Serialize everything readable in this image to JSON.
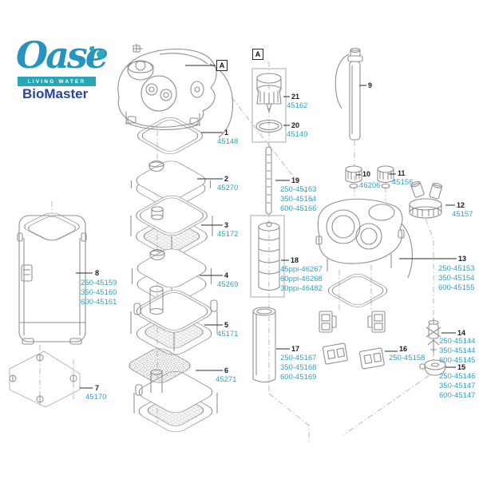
{
  "brand": {
    "logo_text": "Oase",
    "tagline": "LIVING WATER",
    "product": "BioMaster"
  },
  "assembly_label": "A",
  "colors": {
    "part_number_teal": "#2fa3c7",
    "callout_black": "#1a1a1a",
    "line_art_gray": "#8f8f8f",
    "logo_script_blue": "#2793c0",
    "tagline_bar_teal": "#2aa7b5",
    "product_navy": "#28479c"
  },
  "parts": [
    {
      "callout": "1",
      "numbers": [
        "45148"
      ]
    },
    {
      "callout": "2",
      "numbers": [
        "45270"
      ]
    },
    {
      "callout": "3",
      "numbers": [
        "45172"
      ]
    },
    {
      "callout": "4",
      "numbers": [
        "45269"
      ]
    },
    {
      "callout": "5",
      "numbers": [
        "45171"
      ]
    },
    {
      "callout": "6",
      "numbers": [
        "45271"
      ]
    },
    {
      "callout": "7",
      "numbers": [
        "45170"
      ]
    },
    {
      "callout": "8",
      "numbers": [
        "250-45159",
        "350-45160",
        "600-45161"
      ]
    },
    {
      "callout": "9",
      "numbers": []
    },
    {
      "callout": "10",
      "numbers": [
        "46206"
      ]
    },
    {
      "callout": "11",
      "numbers": [
        "45156"
      ]
    },
    {
      "callout": "12",
      "numbers": [
        "45157"
      ]
    },
    {
      "callout": "13",
      "numbers": [
        "250-45153",
        "350-45154",
        "600-45155"
      ]
    },
    {
      "callout": "14",
      "numbers": [
        "250-45144",
        "350-45144",
        "600-45145"
      ]
    },
    {
      "callout": "15",
      "numbers": [
        "250-45146",
        "350-45147",
        "600-45147"
      ]
    },
    {
      "callout": "16",
      "numbers": [
        "250-45158"
      ]
    },
    {
      "callout": "17",
      "numbers": [
        "250-45167",
        "350-45168",
        "600-45169"
      ]
    },
    {
      "callout": "18",
      "numbers": [
        "45ppi-46267",
        "60ppi-46268",
        "30ppi-46482"
      ]
    },
    {
      "callout": "19",
      "numbers": [
        "250-45163",
        "350-45164",
        "600-45166"
      ]
    },
    {
      "callout": "20",
      "numbers": [
        "45149"
      ]
    },
    {
      "callout": "21",
      "numbers": [
        "45162"
      ]
    }
  ]
}
